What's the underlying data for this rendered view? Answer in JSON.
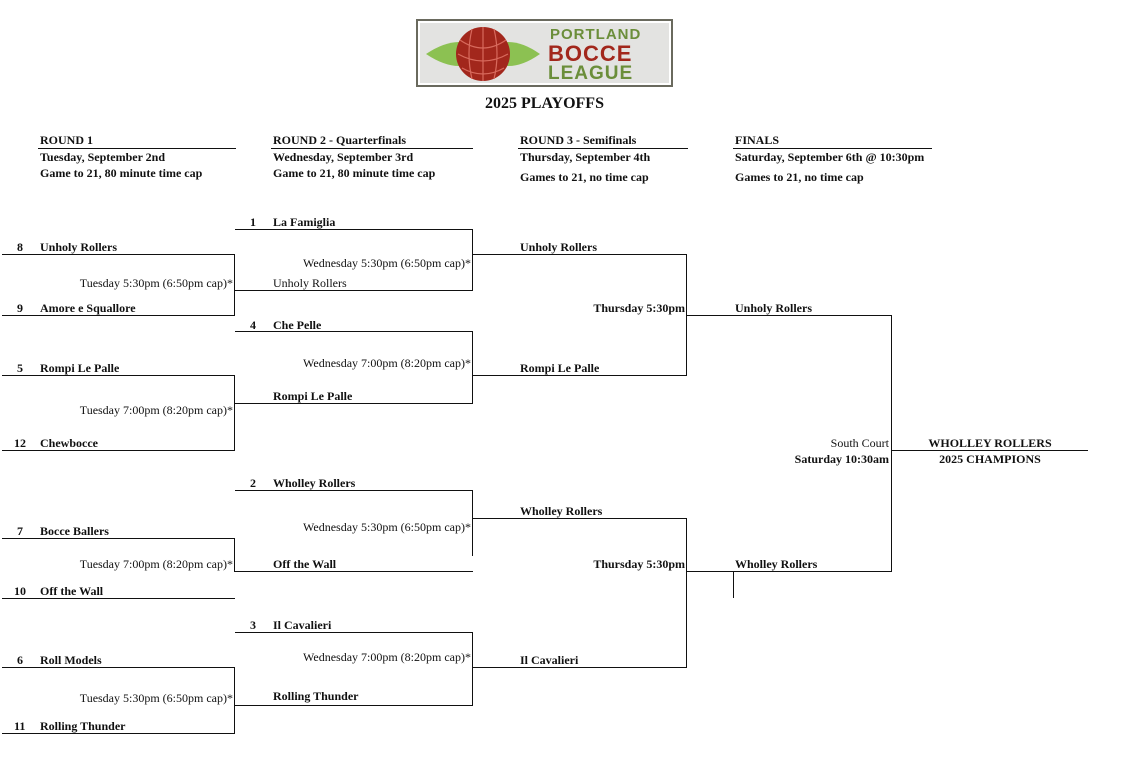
{
  "logo": {
    "line1": "PORTLAND",
    "line2": "BOCCE",
    "line3": "LEAGUE",
    "colors": {
      "green": "#8cc152",
      "ball": "#a2271c",
      "text_green": "#6b8e3a",
      "text_red": "#a2271c",
      "frame": "#6a6a5e"
    }
  },
  "title": "2025 PLAYOFFS",
  "rounds": [
    {
      "name": "ROUND 1",
      "date": "Tuesday, September 2nd",
      "rule": "Game to 21, 80 minute time cap"
    },
    {
      "name": "ROUND 2 - Quarterfinals",
      "date": "Wednesday, September 3rd",
      "rule": "Game to 21, 80 minute time cap"
    },
    {
      "name": "ROUND 3 - Semifinals",
      "date": "Thursday, September 4th",
      "rule": "Games to 21, no time cap"
    },
    {
      "name": "FINALS",
      "date": "Saturday, September 6th @ 10:30pm",
      "rule": "Games to 21, no time cap"
    }
  ],
  "round1": {
    "seeds": [
      {
        "seed": "8",
        "team": "Unholy Rollers"
      },
      {
        "seed": "9",
        "team": "Amore e Squallore"
      },
      {
        "seed": "5",
        "team": "Rompi Le Palle"
      },
      {
        "seed": "12",
        "team": "Chewbocce"
      },
      {
        "seed": "7",
        "team": "Bocce Ballers"
      },
      {
        "seed": "10",
        "team": "Off the Wall"
      },
      {
        "seed": "6",
        "team": "Roll Models"
      },
      {
        "seed": "11",
        "team": "Rolling Thunder"
      }
    ],
    "times": [
      "Tuesday 5:30pm (6:50pm cap)*",
      "Tuesday 7:00pm (8:20pm cap)*",
      "Tuesday 7:00pm (8:20pm cap)*",
      "Tuesday 5:30pm (6:50pm cap)*"
    ]
  },
  "round2": {
    "top_seeds": [
      {
        "seed": "1",
        "team": "La Famiglia"
      },
      {
        "seed": "4",
        "team": "Che Pelle"
      },
      {
        "seed": "2",
        "team": "Wholley Rollers"
      },
      {
        "seed": "3",
        "team": "Il Cavalieri"
      }
    ],
    "advancers": [
      "Unholy Rollers",
      "Rompi Le Palle",
      "Off the Wall",
      "Rolling Thunder"
    ],
    "times": [
      "Wednesday 5:30pm (6:50pm cap)*",
      "Wednesday 7:00pm (8:20pm cap)*",
      "Wednesday 5:30pm (6:50pm cap)*",
      "Wednesday 7:00pm (8:20pm cap)*"
    ]
  },
  "round3": {
    "teams": [
      "Unholy Rollers",
      "Rompi Le Palle",
      "Wholley Rollers",
      "Il Cavalieri"
    ],
    "times": [
      "Thursday 5:30pm",
      "Thursday 5:30pm"
    ]
  },
  "finals": {
    "teams": [
      "Unholy Rollers",
      "Wholley Rollers"
    ],
    "court": "South Court",
    "time": "Saturday 10:30am",
    "champion": "WHOLLEY ROLLERS",
    "champion_label": "2025 CHAMPIONS"
  }
}
